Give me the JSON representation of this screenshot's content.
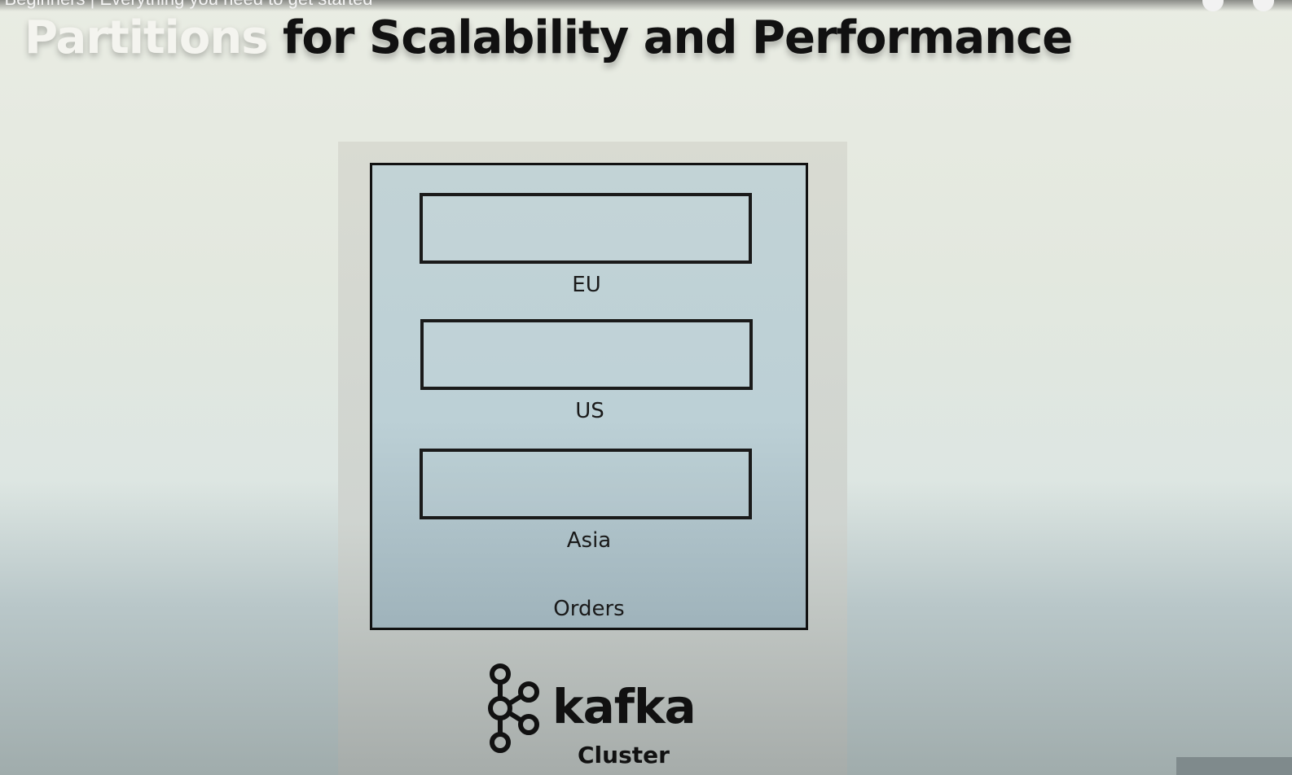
{
  "player": {
    "video_title": "r Beginners | Everything you need to get started"
  },
  "slide": {
    "title_highlight": "Partitions",
    "title_rest": " for Scalability and Performance",
    "topic": {
      "name": "Orders",
      "partitions": [
        {
          "label": "EU"
        },
        {
          "label": "US"
        },
        {
          "label": "Asia"
        }
      ]
    },
    "logo_text": "kafka",
    "cluster_label": "Cluster"
  },
  "colors": {
    "title_highlight": "#f4f4ef",
    "title_text": "#111111",
    "topic_fill": "#bcd0d6",
    "border": "#111111"
  }
}
